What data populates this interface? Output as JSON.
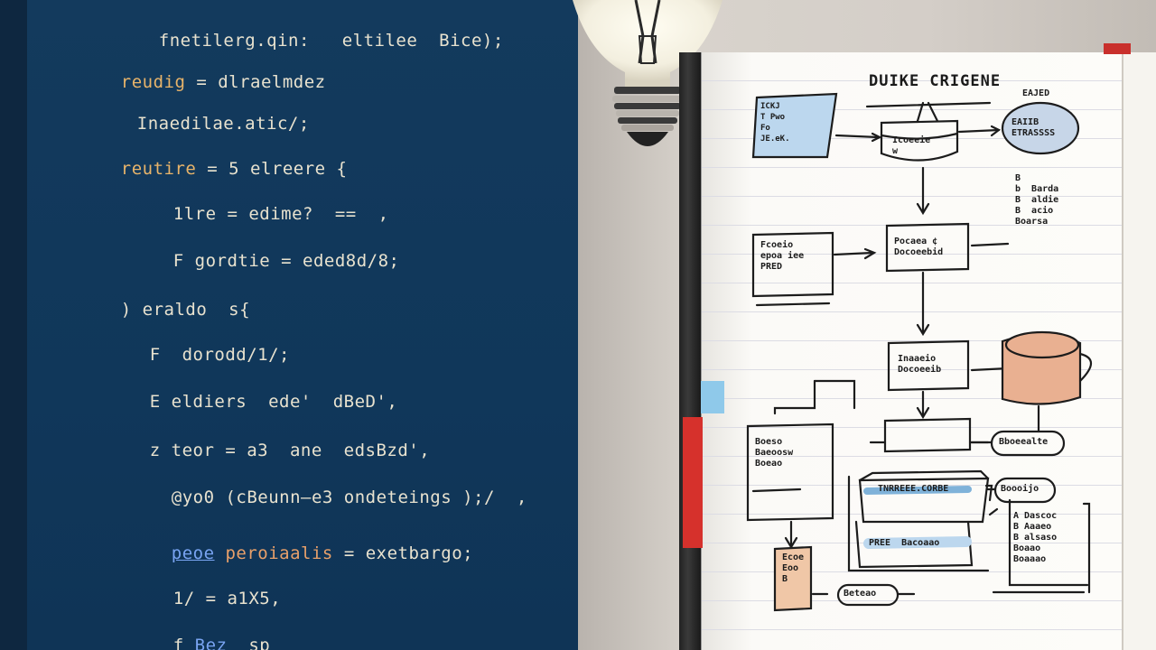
{
  "code_lines": [
    {
      "text": "fnetilerg.qin:   eltilee  Bice);"
    },
    {
      "keyword": "reudig",
      "text": " = dlraelmdez"
    },
    {
      "text": "Inaedilae.atic/;"
    },
    {
      "keyword": "reutire",
      "text": " = 5 elreere {"
    },
    {
      "text": "1lre = edime?  ==  ,"
    },
    {
      "text": "F gordtie = eded8d/8;"
    },
    {
      "text": ") eraldo  s{"
    },
    {
      "text": "F  dorodd/1/;"
    },
    {
      "text": "E eldiers  ede'  dBeD',"
    },
    {
      "text": "z teor = a3  ane  edsBzd',"
    },
    {
      "text": "@yo0 (cBeunn—e3 ondeteings );/  ,"
    },
    {
      "link": "peoe",
      "orange": " peroiaalis",
      "text": " = exetbargo;"
    },
    {
      "text": "1/ = a1X5,"
    },
    {
      "link": "Bez",
      "text": "  sp"
    }
  ],
  "notebook": {
    "title": "DUIKE CRIGENE",
    "labels": {
      "top_left_box": "ICKJ\nT Pwo\nFo\nJE.eK.",
      "top_center": "Icoeeie\nw",
      "top_right_caption": "EAJED",
      "top_right_oval": "EAIIB\nETRASSSS",
      "mid_left_box": "Fcoeio\nepoa iee\nPRED",
      "mid_center": "Pocaea ¢\nDocoeebid",
      "right_notes": "B\nb  Barda\nB  aldie\nB  acio\nBoarsa",
      "lower_center": "Inaaeio\nDocoeeib",
      "left_list": "Boeso\nBaeoosw\nBoeao",
      "oval_right_1": "Bboeealte",
      "oval_right_2": "Boooijo",
      "inner_band": "TNRREEE.CORBE",
      "inner_band2": "PREE  Bacoaao",
      "right_list": "A Dascoc\nB Aaaeo\nB alsaso\nBoaao\nBoaaao",
      "small_tag": "Ecoe\nEoo\nB",
      "bottom_oval": "Beteao"
    }
  }
}
